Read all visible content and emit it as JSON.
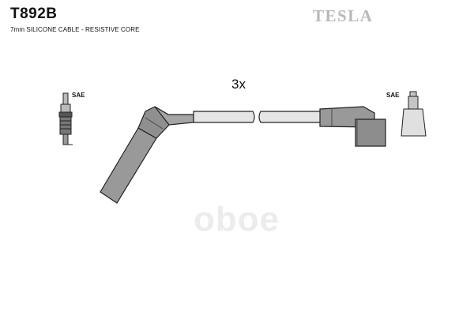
{
  "header": {
    "part_number": "T892B",
    "description": "7mm SILICONE CABLE - RESISTIVE CORE",
    "brand": "TESLA"
  },
  "diagram": {
    "quantity_label": "3x",
    "left_terminal_label": "SAE",
    "right_terminal_label": "SAE"
  },
  "watermark": {
    "text": "oboe"
  },
  "colors": {
    "part_fill": "#9a9a9a",
    "cable_fill": "#dcdcdc",
    "outline": "#222222",
    "brand": "#b9b9b9",
    "watermark": "#ececec"
  }
}
